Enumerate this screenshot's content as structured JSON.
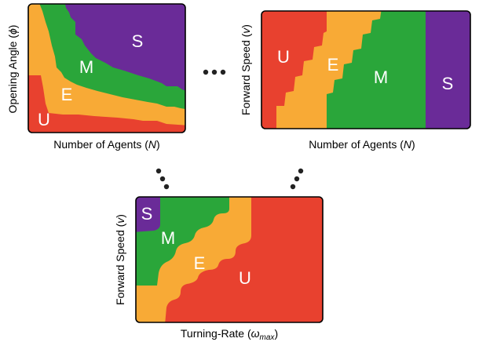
{
  "colors": {
    "unstable": "#E8412F",
    "escape": "#F8AA36",
    "milling": "#2AA63A",
    "swarming": "#6A2B98",
    "dots": "#222222"
  },
  "panels": [
    {
      "id": "top-left",
      "regions": {
        "S": "S",
        "M": "M",
        "E": "E",
        "U": "U"
      },
      "xlabel": {
        "pre": "Number of Agents (",
        "var": "N",
        "post": ")"
      },
      "ylabel": {
        "pre": "Opening Angle (",
        "var": "ϕ",
        "post": ")"
      }
    },
    {
      "id": "top-right",
      "regions": {
        "U": "U",
        "E": "E",
        "M": "M",
        "S": "S"
      },
      "xlabel": {
        "pre": "Number of Agents (",
        "var": "N",
        "post": ")"
      },
      "ylabel": {
        "pre": "Forward Speed (",
        "var": "v",
        "post": ")"
      }
    },
    {
      "id": "bottom",
      "regions": {
        "S": "S",
        "M": "M",
        "E": "E",
        "U": "U"
      },
      "xlabel": {
        "pre": "Turning-Rate (",
        "var": "ω",
        "sub": "max",
        "post": ")"
      },
      "ylabel": {
        "pre": "Forward Speed (",
        "var": "v",
        "post": ")"
      }
    }
  ]
}
